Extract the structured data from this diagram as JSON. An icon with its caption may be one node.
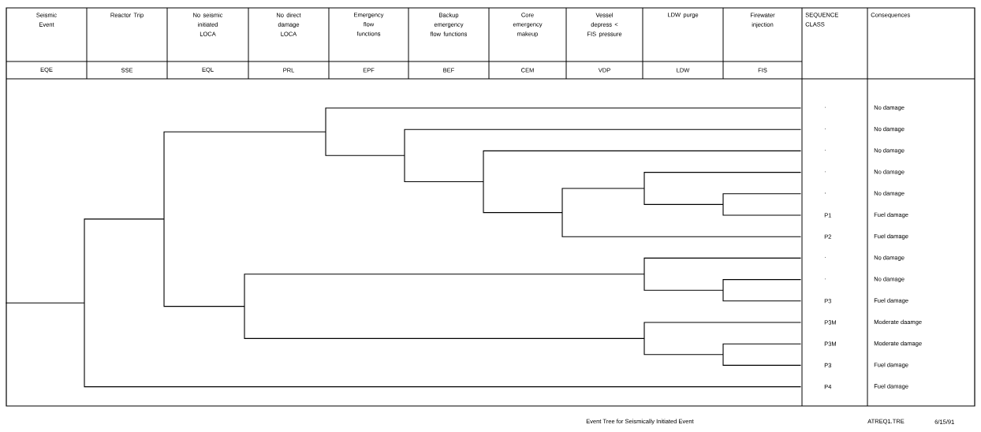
{
  "diagram": {
    "caption": "Event Tree for Seismically Initiated Event",
    "labels": [
      "Seismic Event",
      "Reactor Trip",
      "No seismic initiated LOCA",
      "No direct damage LOCA",
      "Emergency flow functions",
      "Backup emergency flow functions",
      "Core emergency makeup",
      "Vessel depress < FIS pressure",
      "LDW purge",
      "Firewater injection",
      "SEQUENCE CLASS",
      "Consequences",
      "EQE",
      "SSE",
      "EQL",
      "PRL",
      "EPF",
      "BEF",
      "CEM",
      "VDP",
      "LDW",
      "FIS",
      "·",
      "No damage",
      "·",
      "No damage",
      "·",
      "No damage",
      "·",
      "No damage",
      "·",
      "No damage",
      "P1",
      "Fuel damage",
      "P2",
      "Fuel damage",
      "·",
      "No damage",
      "·",
      "No damage",
      "P3",
      "Fuel damage",
      "P3M",
      "Moderate daamge",
      "P3M",
      "Moderate damage",
      "P3",
      "Fuel damage",
      "P4",
      "Fuel damage",
      "ATREQ1.TRE",
      "6/15/91"
    ]
  }
}
